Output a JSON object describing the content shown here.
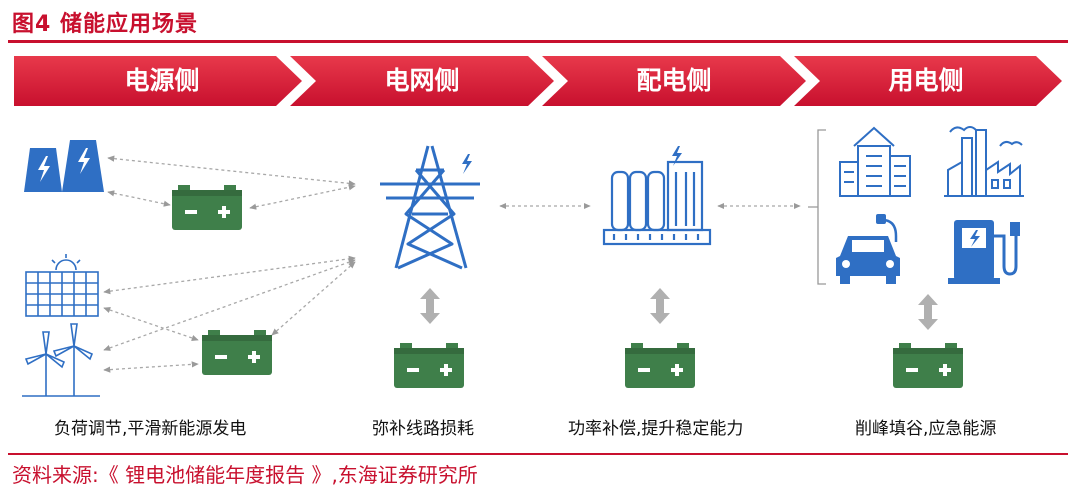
{
  "figure": {
    "title": "图4  储能应用场景",
    "source": "资料来源:《 锂电池储能年度报告 》,东海证券研究所"
  },
  "banner": {
    "segments": [
      "电源侧",
      "电网侧",
      "配电侧",
      "用电侧"
    ],
    "color_dark": "#c8102e",
    "color_light": "#e8394b"
  },
  "captions": {
    "source_side": "负荷调节,平滑新能源发电",
    "grid_side": "弥补线路损耗",
    "distribution_side": "功率补偿,提升稳定能力",
    "consumer_side": "削峰填谷,应急能源"
  },
  "icons": {
    "power_plant": "power-plant-icon",
    "solar": "solar-panel-icon",
    "wind": "wind-turbine-icon",
    "tower": "transmission-tower-icon",
    "substation": "substation-icon",
    "building": "building-icon",
    "factory": "factory-icon",
    "ev": "electric-car-icon",
    "charger": "charging-station-icon",
    "battery": "battery-icon"
  },
  "colors": {
    "blue": "#2f6fc4",
    "green": "#3f7f4a",
    "gray": "#aaaaaa"
  }
}
